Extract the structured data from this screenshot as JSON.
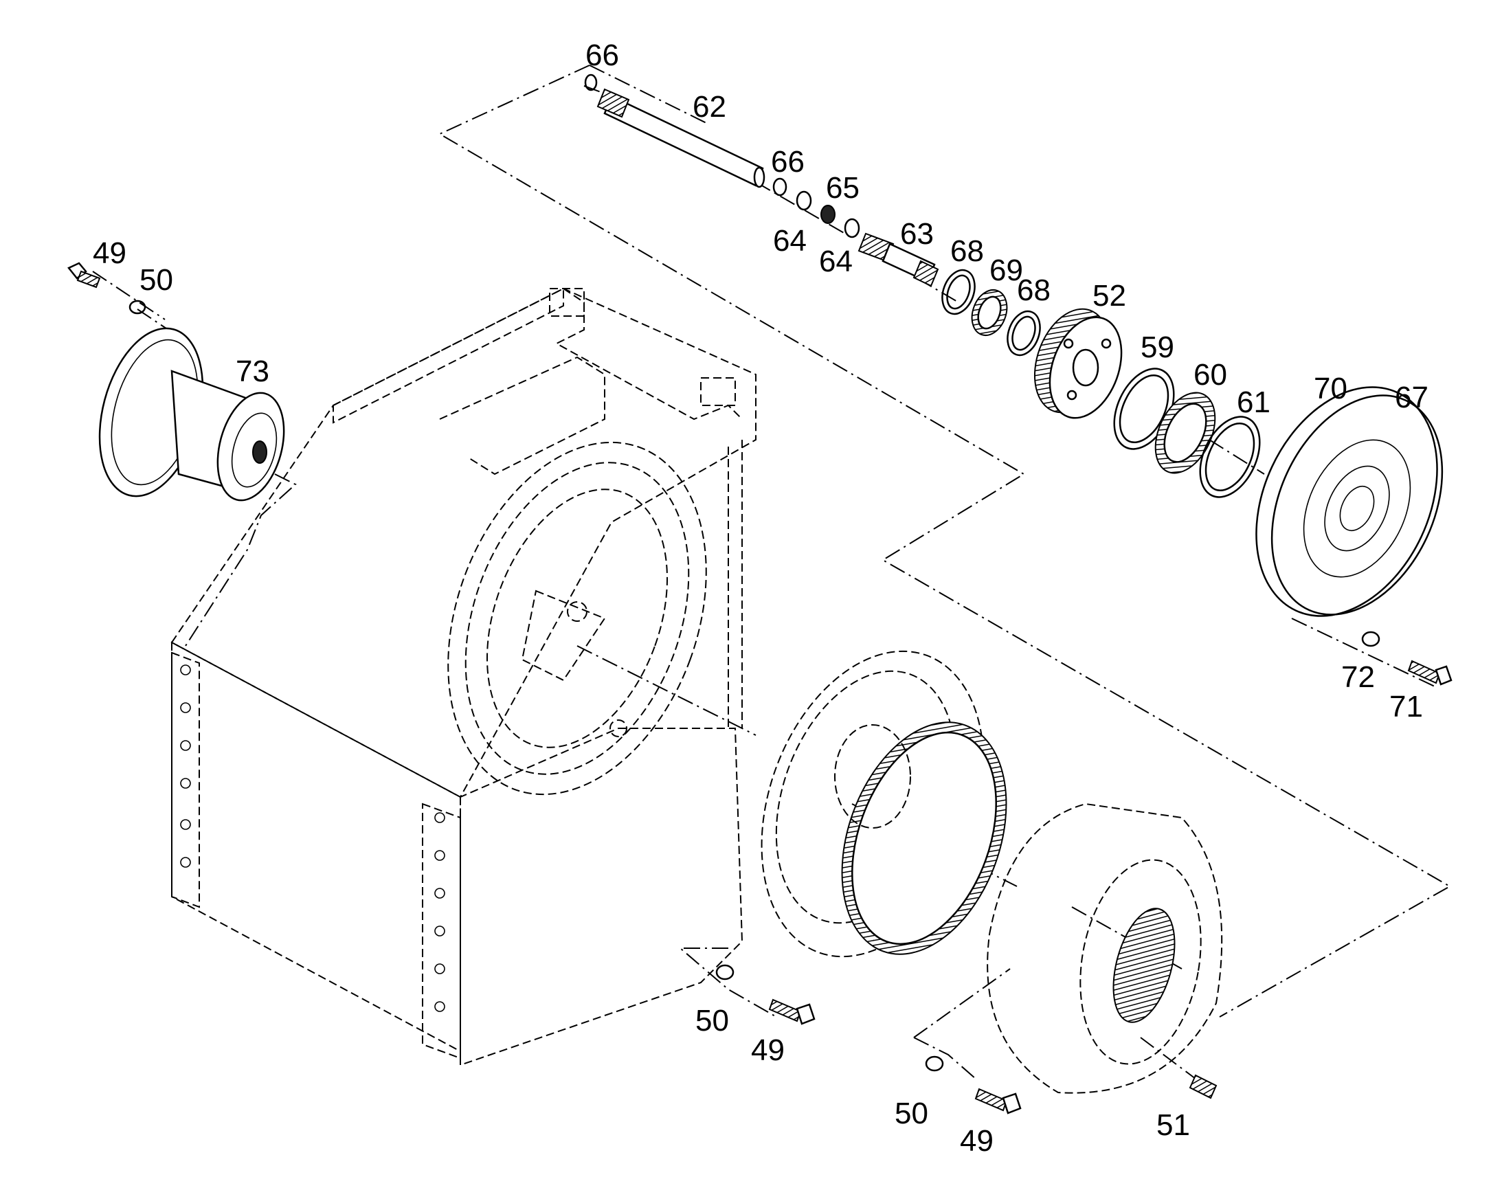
{
  "callouts": [
    {
      "id": "c-66a",
      "text": "66"
    },
    {
      "id": "c-62",
      "text": "62"
    },
    {
      "id": "c-66b",
      "text": "66"
    },
    {
      "id": "c-65",
      "text": "65"
    },
    {
      "id": "c-64a",
      "text": "64"
    },
    {
      "id": "c-64b",
      "text": "64"
    },
    {
      "id": "c-63",
      "text": "63"
    },
    {
      "id": "c-68a",
      "text": "68"
    },
    {
      "id": "c-69",
      "text": "69"
    },
    {
      "id": "c-68b",
      "text": "68"
    },
    {
      "id": "c-52",
      "text": "52"
    },
    {
      "id": "c-59",
      "text": "59"
    },
    {
      "id": "c-60",
      "text": "60"
    },
    {
      "id": "c-61",
      "text": "61"
    },
    {
      "id": "c-70",
      "text": "70"
    },
    {
      "id": "c-67",
      "text": "67"
    },
    {
      "id": "c-49a",
      "text": "49"
    },
    {
      "id": "c-50a",
      "text": "50"
    },
    {
      "id": "c-73",
      "text": "73"
    },
    {
      "id": "c-72",
      "text": "72"
    },
    {
      "id": "c-71",
      "text": "71"
    },
    {
      "id": "c-50b",
      "text": "50"
    },
    {
      "id": "c-49b",
      "text": "49"
    },
    {
      "id": "c-50c",
      "text": "50"
    },
    {
      "id": "c-49c",
      "text": "49"
    },
    {
      "id": "c-51",
      "text": "51"
    }
  ]
}
